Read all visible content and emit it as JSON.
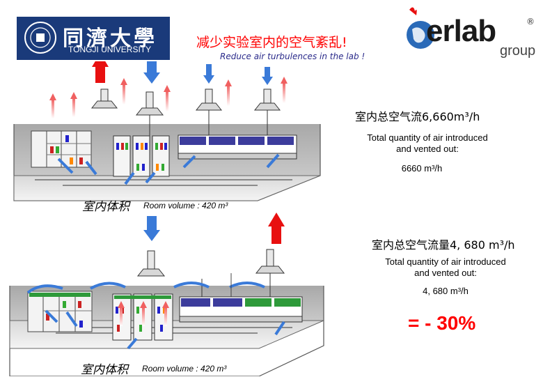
{
  "header": {
    "title_cn": "减少实验室内的空气紊乱!",
    "title_en": "Reduce air turbulences in the lab !"
  },
  "logos": {
    "tongji_cn": "同濟大學",
    "tongji_en": "TONGJI UNIVERSITY",
    "erlab_word": "erlab",
    "erlab_group": "group",
    "erlab_registered": "®"
  },
  "section_before": {
    "airflow_cn": "室内总空气流6,660m³/h",
    "total_label_line1": "Total quantity of air introduced",
    "total_label_line2": "and vented out:",
    "total_value": "6660 m³/h",
    "volume_cn": "室内体积",
    "volume_en": "Room volume : 420 m³"
  },
  "section_after": {
    "airflow_cn": "室内总空气流量4, 680 m³/h",
    "total_label_line1": "Total quantity of air introduced",
    "total_label_line2": "and vented out:",
    "total_value": "4, 680 m³/h",
    "volume_cn": "室内体积",
    "volume_en": "Room volume : 420 m³",
    "reduction": "= - 30%"
  },
  "colors": {
    "arrow_red": "#e81010",
    "arrow_blue": "#3a7ad8",
    "title_red": "#ff0000",
    "hood_blue": "#3c3c9c",
    "hood_green": "#2e9a3a",
    "tongji_blue": "#1a3a7a"
  }
}
